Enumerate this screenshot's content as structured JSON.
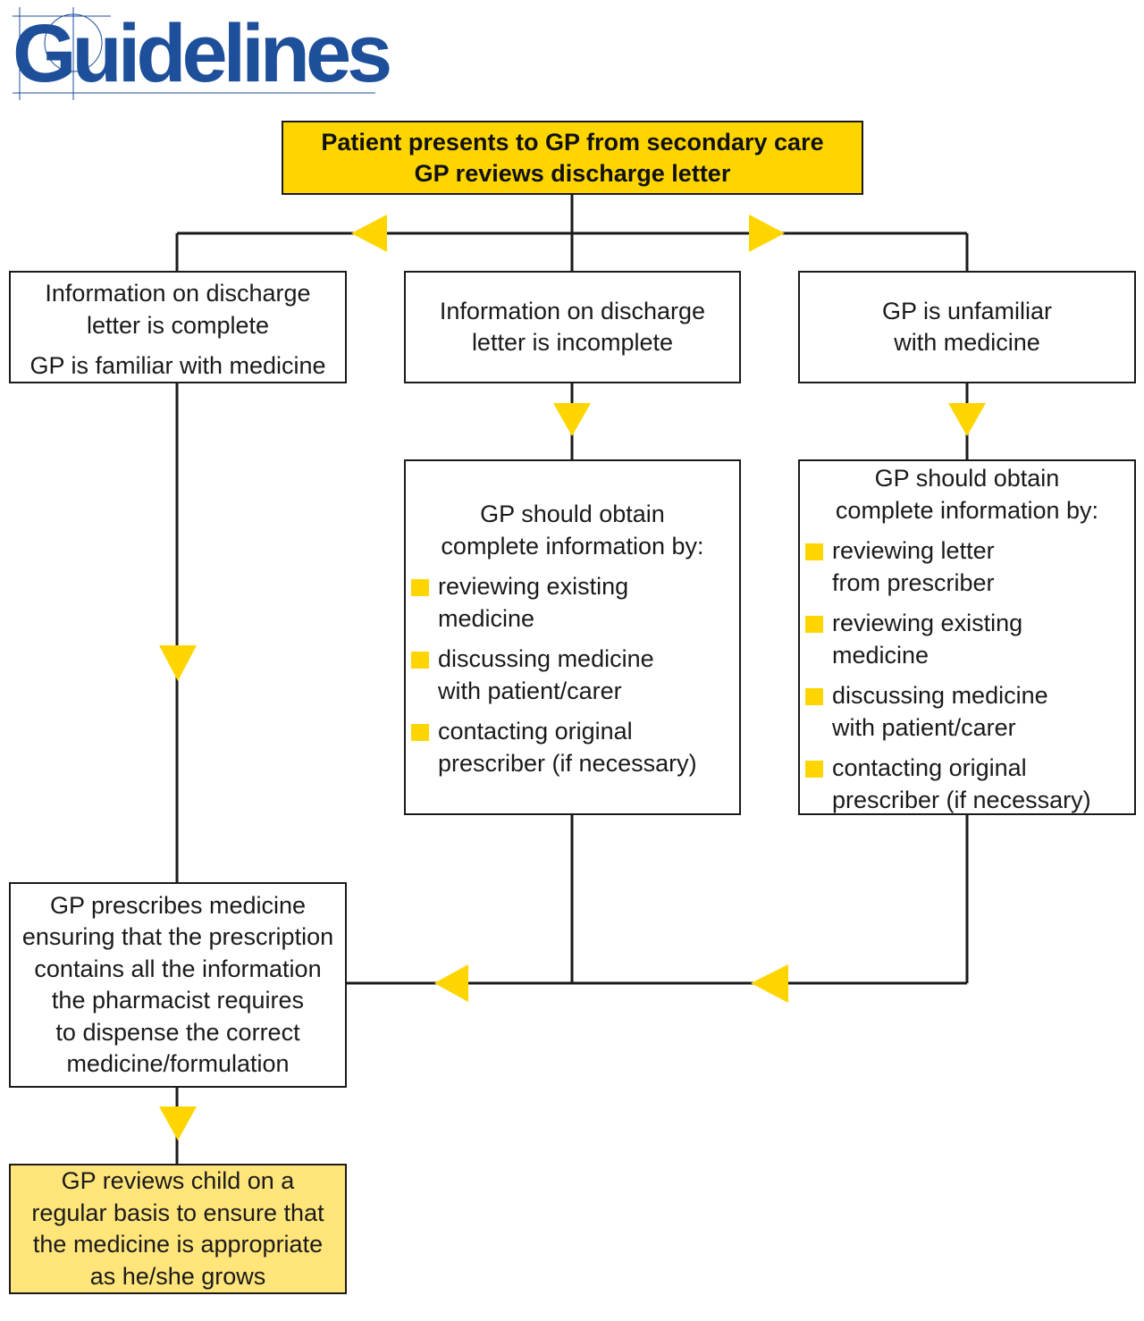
{
  "logo": {
    "text": "Guidelines",
    "color": "#1e4f9a"
  },
  "colors": {
    "accent_yellow": "#ffd500",
    "pale_yellow": "#ffe57a",
    "line": "#1a1a1a"
  },
  "start": {
    "line1": "Patient presents to GP from secondary care",
    "line2": "GP reviews discharge letter"
  },
  "branch_left": {
    "line1": "Information on discharge",
    "line2": "letter is complete",
    "line3": "GP is familiar with medicine"
  },
  "branch_middle": {
    "line1": "Information on discharge",
    "line2": "letter is incomplete"
  },
  "branch_right": {
    "line1": "GP is unfamiliar",
    "line2": "with medicine"
  },
  "action_middle": {
    "heading1": "GP should obtain",
    "heading2": "complete information by:",
    "items": [
      {
        "line1": "reviewing existing",
        "line2": "medicine"
      },
      {
        "line1": "discussing medicine",
        "line2": "with patient/carer"
      },
      {
        "line1": "contacting original",
        "line2": "prescriber (if necessary)"
      }
    ]
  },
  "action_right": {
    "heading1": "GP should obtain",
    "heading2": "complete information by:",
    "items": [
      {
        "line1": "reviewing letter",
        "line2": "from prescriber"
      },
      {
        "line1": "reviewing existing",
        "line2": "medicine"
      },
      {
        "line1": "discussing medicine",
        "line2": "with patient/carer"
      },
      {
        "line1": "contacting original",
        "line2": "prescriber (if necessary)"
      }
    ]
  },
  "prescribe": {
    "lines": [
      "GP prescribes medicine",
      "ensuring that the prescription",
      "contains all the information",
      "the pharmacist requires",
      "to dispense the correct",
      "medicine/formulation"
    ]
  },
  "review": {
    "lines": [
      "GP reviews child on a",
      "regular basis to ensure that",
      "the medicine is appropriate",
      "as he/she grows"
    ]
  }
}
